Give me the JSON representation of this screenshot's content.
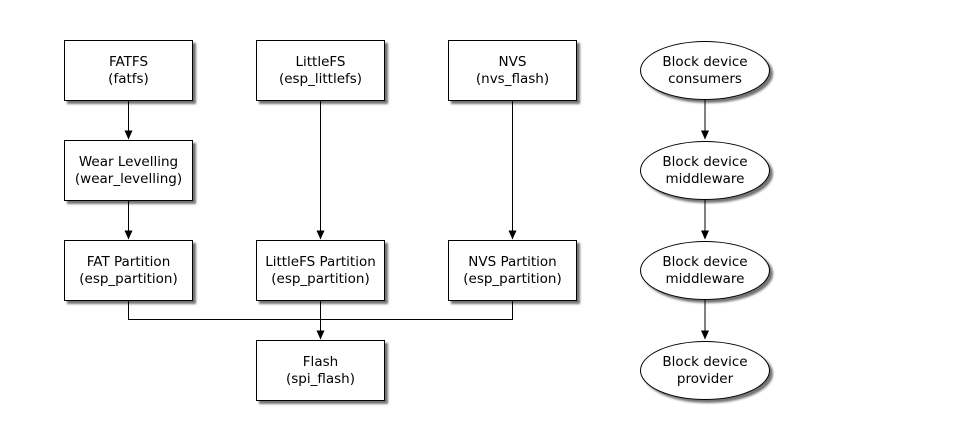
{
  "canvas": {
    "background": "#ffffff",
    "stroke_color": "#000000",
    "text_color": "#000000"
  },
  "nodes": {
    "fatfs": {
      "shape": "box",
      "line1": "FATFS",
      "line2": "(fatfs)"
    },
    "littlefs": {
      "shape": "box",
      "line1": "LittleFS",
      "line2": "(esp_littlefs)"
    },
    "nvs": {
      "shape": "box",
      "line1": "NVS",
      "line2": "(nvs_flash)"
    },
    "wear_levelling": {
      "shape": "box",
      "line1": "Wear Levelling",
      "line2": "(wear_levelling)"
    },
    "fat_partition": {
      "shape": "box",
      "line1": "FAT Partition",
      "line2": "(esp_partition)"
    },
    "littlefs_partition": {
      "shape": "box",
      "line1": "LittleFS Partition",
      "line2": "(esp_partition)"
    },
    "nvs_partition": {
      "shape": "box",
      "line1": "NVS Partition",
      "line2": "(esp_partition)"
    },
    "flash": {
      "shape": "box",
      "line1": "Flash",
      "line2": "(spi_flash)"
    },
    "block_consumers": {
      "shape": "ellipse",
      "line1": "Block device",
      "line2": "consumers"
    },
    "block_middleware_1": {
      "shape": "ellipse",
      "line1": "Block device",
      "line2": "middleware"
    },
    "block_middleware_2": {
      "shape": "ellipse",
      "line1": "Block device",
      "line2": "middleware"
    },
    "block_provider": {
      "shape": "ellipse",
      "line1": "Block device",
      "line2": "provider"
    }
  },
  "edges": [
    {
      "from": "fatfs",
      "to": "wear_levelling",
      "arrow": true
    },
    {
      "from": "wear_levelling",
      "to": "fat_partition",
      "arrow": true
    },
    {
      "from": "littlefs",
      "to": "littlefs_partition",
      "arrow": true
    },
    {
      "from": "nvs",
      "to": "nvs_partition",
      "arrow": true
    },
    {
      "from": "fat_partition",
      "to": "flash",
      "arrow": false
    },
    {
      "from": "nvs_partition",
      "to": "flash",
      "arrow": false
    },
    {
      "from": "littlefs_partition",
      "to": "flash",
      "arrow": true
    },
    {
      "from": "block_consumers",
      "to": "block_middleware_1",
      "arrow": true
    },
    {
      "from": "block_middleware_1",
      "to": "block_middleware_2",
      "arrow": true
    },
    {
      "from": "block_middleware_2",
      "to": "block_provider",
      "arrow": true
    }
  ]
}
